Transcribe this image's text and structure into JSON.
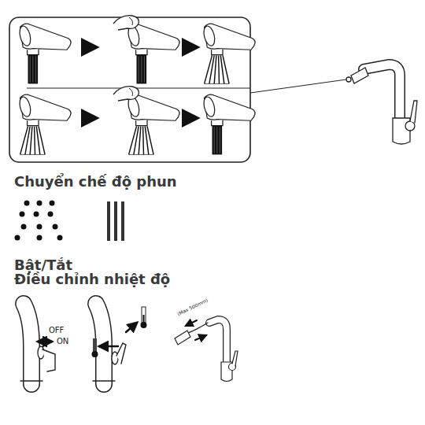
{
  "diagram": {
    "labels": [
      "Chuyển chế độ phun",
      "Bật/Tắt",
      "Điều chỉnh nhiệt độ",
      "OFF",
      "ON",
      "(Max 500mm)"
    ]
  }
}
